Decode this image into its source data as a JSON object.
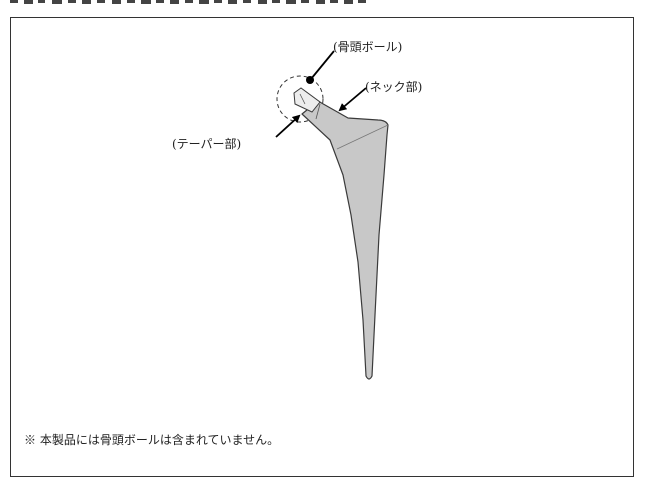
{
  "labels": {
    "femoral_head_ball": "(骨頭ボール)",
    "neck_part": "(ネック部)",
    "taper_part": "(テーパー部)"
  },
  "footnote": "※ 本製品には骨頭ボールは含まれていません。",
  "colors": {
    "stem_fill": "#c8c8c8",
    "stem_outline": "#3a3a3a",
    "frame_border": "#333333",
    "arrow": "#000000"
  }
}
